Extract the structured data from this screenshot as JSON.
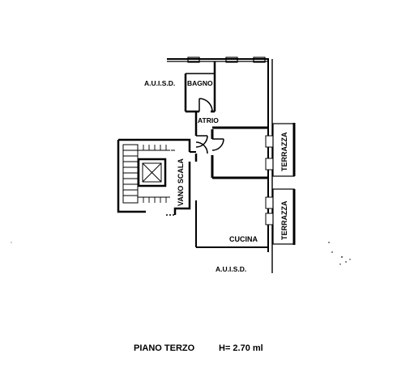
{
  "rooms": {
    "bagno": "BAGNO",
    "atrio": "ATRIO",
    "vano_scala": "VANO SCALA",
    "cucina": "CUCINA",
    "terrazza_upper": "TERRAZZA",
    "terrazza_lower": "TERRAZZA"
  },
  "neighbors": {
    "top_left": "A.U.I.S.D.",
    "bottom": "A.U.I.S.D."
  },
  "caption": {
    "floor": "PIANO TERZO",
    "height": "H= 2.70 ml"
  }
}
